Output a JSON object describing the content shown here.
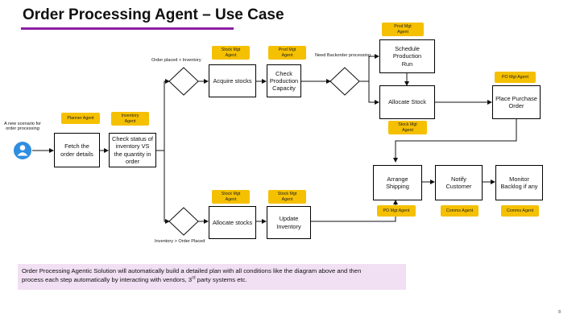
{
  "header": {
    "title": "Order Processing Agent – Use Case"
  },
  "labels": {
    "scenario": "A new scenario for order processing",
    "order_placed": "Order placed > Inventory",
    "need_backorder": "Need Backorder processing",
    "inventory_gt_order": "Inventory > Order Placed"
  },
  "steps": {
    "fetch": "Fetch the\norder details",
    "check_inventory": "Check status of\ninventory VS\nthe quantity in\norder",
    "acquire": "Acquire stocks",
    "check_capacity": "Check\nProduction\nCapacity",
    "schedule": "Schedule\nProduction\nRun",
    "allocate_top": "Allocate Stock",
    "place_po": "Place Purchase\nOrder",
    "arrange_shipping": "Arrange\nShipping",
    "notify": "Notify\nCustomer",
    "monitor": "Monitor\nBacklog if any",
    "allocate_bottom": "Allocate stocks",
    "update_inventory": "Update\nInventory"
  },
  "agents": {
    "planner": "Planner Agent",
    "inventory": "Inventory\nAgent",
    "stock_acquire": "Stock Mgt\nAgent",
    "prod_capacity": "Prod Mgt\nAgent",
    "prod_schedule": "Prod Mgt\nAgent",
    "stock_allocate": "Stock Mgt\nAgent",
    "po_place": "PO Mgt Agent",
    "stock_bottom_allocate": "Stock Mgt\nAgent",
    "stock_bottom_update": "Stock Mgt\nAgent",
    "po_shipping": "PO Mgt Agent",
    "comms_notify": "Comms Agent",
    "comms_monitor": "Comms Agent"
  },
  "note": {
    "line1": "Order Processing Agentic Solution will automatically build a detailed plan with all conditions like the diagram above and then",
    "line2_pre": "process each step automatically by interacting with vendors, 3",
    "line2_sup": "rd",
    "line2_post": " party systems etc."
  },
  "page_number": "8",
  "colors": {
    "accent": "#8e1fa6",
    "agent_tag": "#f5c000",
    "user_icon": "#2f8ee0",
    "note_bg": "#f1dff3"
  }
}
